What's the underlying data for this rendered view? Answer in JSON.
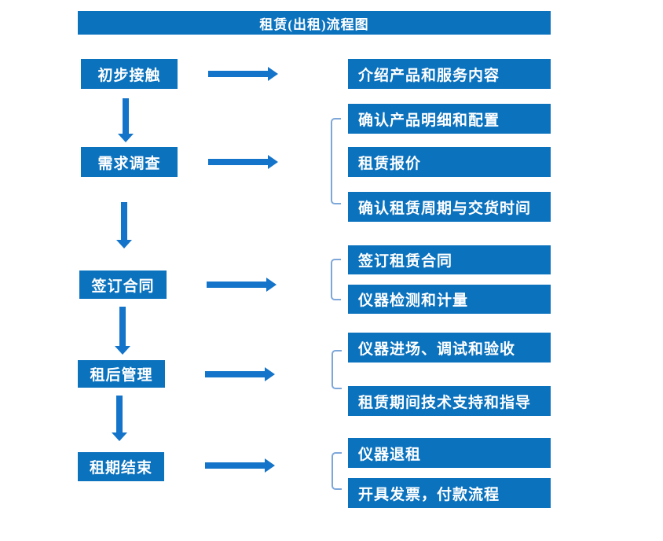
{
  "title": "租赁(出租)流程图",
  "colors": {
    "primary": "#0b72be",
    "arrow": "#1374c9",
    "bracket": "#7da7d9",
    "text": "#ffffff",
    "background": "#ffffff"
  },
  "steps": [
    {
      "label": "初步接触",
      "outputs": [
        "介绍产品和服务内容"
      ]
    },
    {
      "label": "需求调查",
      "outputs": [
        "确认产品明细和配置",
        "租赁报价",
        "确认租赁周期与交货时间"
      ]
    },
    {
      "label": "签订合同",
      "outputs": [
        "签订租赁合同",
        "仪器检测和计量"
      ]
    },
    {
      "label": "租后管理",
      "outputs": [
        "仪器进场、调试和验收",
        "租赁期间技术支持和指导"
      ]
    },
    {
      "label": "租期结束",
      "outputs": [
        "仪器退租",
        "开具发票，付款流程"
      ]
    }
  ]
}
